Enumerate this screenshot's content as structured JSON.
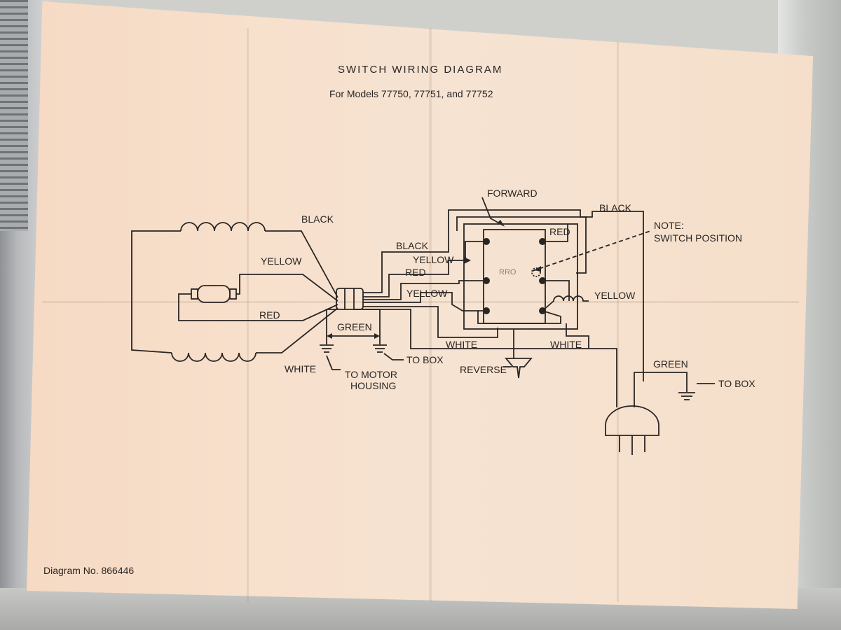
{
  "title": "SWITCH WIRING DIAGRAM",
  "subtitle": "For Models 77750, 77751, and 77752",
  "diagram_number": "Diagram No. 866446",
  "labels": {
    "black_motor": "BLACK",
    "yellow_motor": "YELLOW",
    "red_motor": "RED",
    "white_motor": "WHITE",
    "green_ground": "GREEN",
    "to_motor_housing_1": "TO MOTOR",
    "to_motor_housing_2": "HOUSING",
    "to_box_left": "TO BOX",
    "black_switch": "BLACK",
    "yellow_switch": "YELLOW",
    "red_switch": "RED",
    "yellow_switch_lower": "YELLOW",
    "forward": "FORWARD",
    "red_top": "RED",
    "black_top": "BLACK",
    "note_1": "NOTE:",
    "note_2": "SWITCH POSITION",
    "yellow_right": "YELLOW",
    "white_lower_left": "WHITE",
    "white_lower_right": "WHITE",
    "reverse": "REVERSE",
    "green_right": "GREEN",
    "to_box_right": "TO BOX"
  },
  "colors": {
    "paper": "#f6e0cb",
    "ink": "#2a2624"
  }
}
